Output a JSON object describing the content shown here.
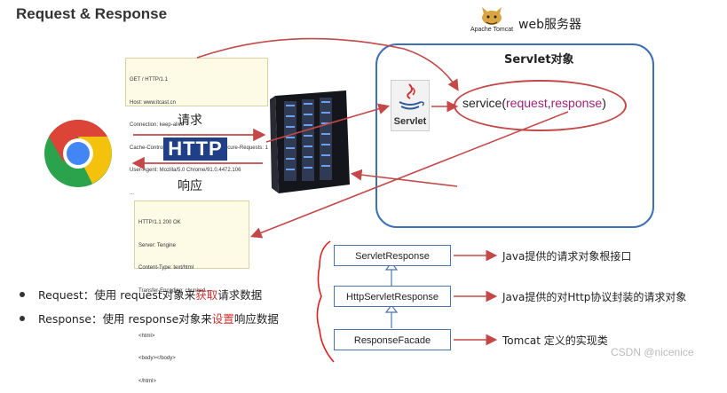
{
  "title": "Request & Response",
  "server": {
    "label": "web服务器",
    "logo_text": "Apache Tomcat"
  },
  "request_note": [
    "GET / HTTP/1.1",
    "Host: www.itcast.cn",
    "Connection: keep-alive",
    "Cache-Control: max-age=0 Upgrade-Insecure-Requests: 1",
    "User-Agent: Mozilla/5.0 Chrome/91.0.4472.106",
    "..."
  ],
  "response_note": [
    "HTTP/1.1 200 OK",
    "Server: Tengine",
    "Content-Type: text/html",
    "Transfer-Encoding: chunked...",
    "",
    "<html>",
    "<body></body>",
    "</html>"
  ],
  "labels": {
    "request": "请求",
    "protocol": "HTTP",
    "response": "响应"
  },
  "servlet": {
    "title": "Servlet对象",
    "icon_label": "Servlet",
    "service_prefix": "service(",
    "service_request": "request",
    "service_sep": ",",
    "service_response": "response",
    "service_suffix": ")"
  },
  "hierarchy": [
    {
      "class": "ServletResponse",
      "desc": "Java提供的请求对象根接口"
    },
    {
      "class": "HttpServletResponse",
      "desc": "Java提供的对Http协议封装的请求对象"
    },
    {
      "class": "ResponseFacade",
      "desc": "Tomcat 定义的实现类"
    }
  ],
  "bullets": [
    {
      "term": "Request：",
      "before": "使用 request对象来",
      "highlight": "获取",
      "after": "请求数据"
    },
    {
      "term": "Response：",
      "before": "使用 response对象来",
      "highlight": "设置",
      "after": "响应数据"
    }
  ],
  "watermark": "CSDN @nicenice",
  "colors": {
    "arrow": "#c44848",
    "box_border": "#3d6fb6",
    "http_bg": "#1f3f86",
    "highlight": "#d13232"
  }
}
